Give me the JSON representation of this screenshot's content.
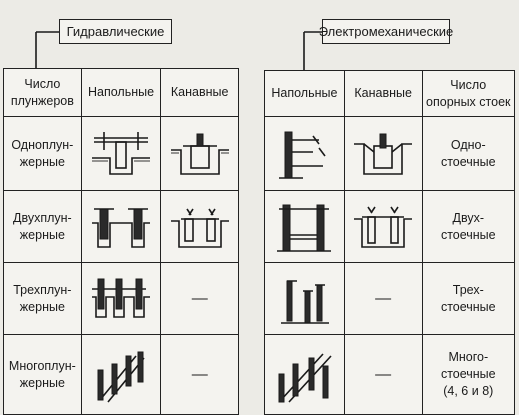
{
  "groups": {
    "hydraulic": "Гидравлические",
    "electro": "Электромеханические"
  },
  "left_table": {
    "headers": [
      "Число\nплунжеров",
      "Напольные",
      "Канавные"
    ],
    "rows": [
      {
        "label": "Одноплун-\nжерные",
        "floor": "single-plunger-floor-diagram",
        "pit": "single-plunger-pit-diagram"
      },
      {
        "label": "Двухплун-\nжерные",
        "floor": "double-plunger-floor-diagram",
        "pit": "double-plunger-pit-diagram"
      },
      {
        "label": "Трехплун-\nжерные",
        "floor": "triple-plunger-floor-diagram",
        "pit": "—"
      },
      {
        "label": "Многоплун-\nжерные",
        "floor": "multi-plunger-floor-diagram",
        "pit": "—"
      }
    ]
  },
  "right_table": {
    "headers": [
      "Напольные",
      "Канавные",
      "Число\nопорных стоек"
    ],
    "rows": [
      {
        "label": "Одно-\nстоечные",
        "floor": "single-post-floor-diagram",
        "pit": "single-post-pit-diagram"
      },
      {
        "label": "Двух-\nстоечные",
        "floor": "two-post-floor-diagram",
        "pit": "two-post-pit-diagram"
      },
      {
        "label": "Трех-\nстоечные",
        "floor": "three-post-floor-diagram",
        "pit": "—"
      },
      {
        "label": "Много-\nстоечные\n(4, 6 и 8)",
        "floor": "multi-post-floor-diagram",
        "pit": "—"
      }
    ]
  }
}
